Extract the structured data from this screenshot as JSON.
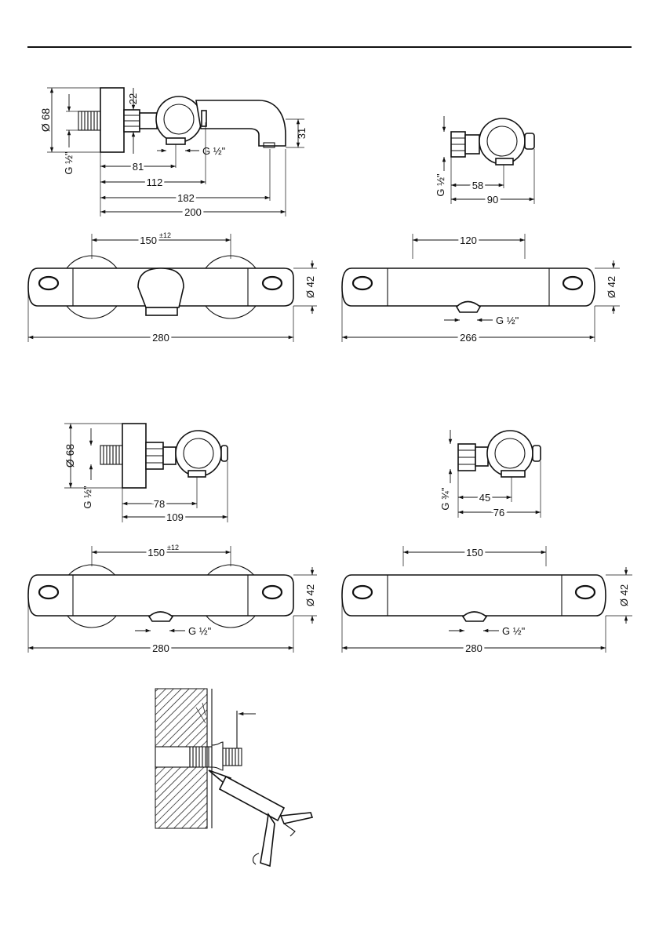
{
  "diagrams": {
    "bath_side": {
      "dia_68": "Ø 68",
      "thread": "G ½\"",
      "d22": "22",
      "thread2": "G ½\"",
      "d31": "31",
      "d81": "81",
      "d112": "112",
      "d182": "182",
      "d200": "200"
    },
    "shower_side": {
      "thread": "G ½\"",
      "d58": "58",
      "d90": "90"
    },
    "bath_front": {
      "d150": "150",
      "tol": "±12",
      "dia_42": "Ø 42",
      "d280": "280"
    },
    "shower_front": {
      "d120": "120",
      "dia_42": "Ø 42",
      "thread": "G ½\"",
      "d266": "266"
    },
    "mixer_side": {
      "dia_68": "Ø 68",
      "thread": "G ½\"",
      "d78": "78",
      "d109": "109"
    },
    "compact_side": {
      "thread": "G ¾\"",
      "d45": "45",
      "d76": "76"
    },
    "mixer_front": {
      "d150": "150",
      "tol": "±12",
      "dia_42": "Ø 42",
      "thread": "G ½\"",
      "d280": "280"
    },
    "compact_front": {
      "d150": "150",
      "dia_42": "Ø 42",
      "thread": "G ½\"",
      "d280": "280"
    }
  }
}
